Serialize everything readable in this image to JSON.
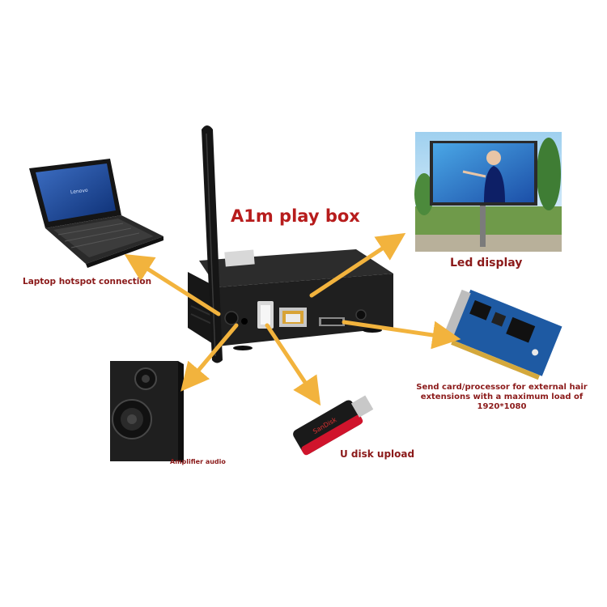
{
  "diagram": {
    "title": "A1m play box",
    "labels": {
      "laptop": "Laptop hotspot connection",
      "led": "Led display",
      "card": "Send card/processor for external hair extensions with a maximum load of 1920*1080",
      "audio": "Amplifier audio",
      "udisk": "U disk upload"
    },
    "screen_brand": "Lenovo",
    "usb_brand": "SanDisk"
  },
  "colors": {
    "title": "#b71c1c",
    "label": "#8b1a1a",
    "arrow": "#f2b33d",
    "device": "#1f1f1f"
  }
}
